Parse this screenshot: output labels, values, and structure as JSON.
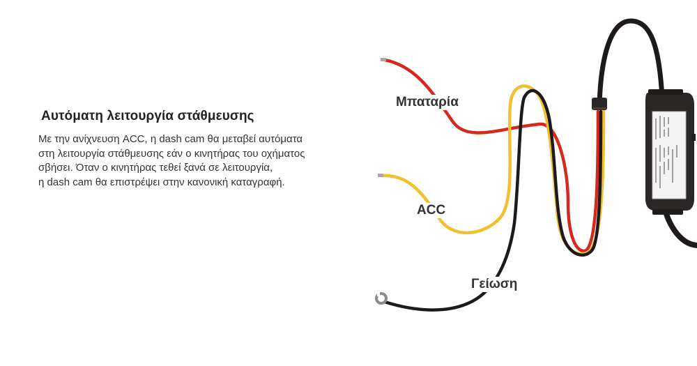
{
  "feature": {
    "title": "Αυτόματη λειτουργία στάθμευσης",
    "description_lines": [
      "Με την ανίχνευση ACC, η dash cam θα μεταβεί αυτόματα",
      "στη λειτουργία στάθμευσης εάν ο κινητήρας του οχήματος",
      "σβήσει. Όταν ο κινητήρας τεθεί ξανά σε λειτουργία,",
      "η dash cam θα επιστρέψει στην κανονική καταγραφή."
    ]
  },
  "wires": {
    "battery_label": "Μπαταρία",
    "acc_label": "ACC",
    "ground_label": "Γείωση"
  },
  "colors": {
    "battery_wire": "#d42a1e",
    "acc_wire": "#f2bf2e",
    "ground_wire": "#1e1a1a",
    "module_body": "#2b2727",
    "module_label": "#f4f4f4"
  }
}
